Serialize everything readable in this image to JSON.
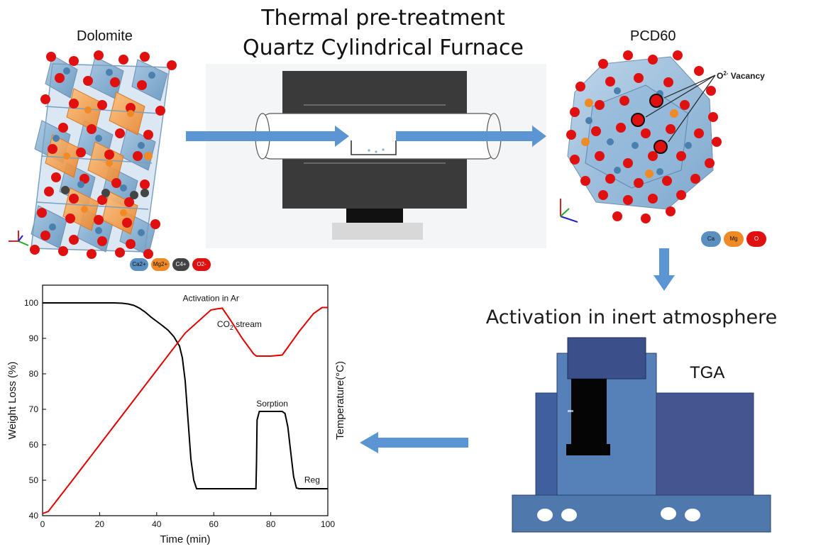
{
  "process": {
    "title_line1": "Thermal pre-treatment",
    "title_line2": "Quartz Cylindrical Furnace",
    "activation_label": "Activation in inert atmosphere",
    "tga_label": "TGA"
  },
  "dolomite": {
    "name": "Dolomite",
    "legend": [
      {
        "label": "Ca2+",
        "color": "#5b8fc0"
      },
      {
        "label": "Mg2+",
        "color": "#f08a24"
      },
      {
        "label": "C4+",
        "color": "#444444"
      },
      {
        "label": "O2-",
        "color": "#e01010"
      }
    ]
  },
  "pcd": {
    "name": "PCD60",
    "vacancy_label": "O",
    "vacancy_sup": "2-",
    "vacancy_suffix": " Vacancy",
    "legend": [
      {
        "label": "Ca",
        "color": "#5b8fc0"
      },
      {
        "label": "Mg",
        "color": "#f08a24"
      },
      {
        "label": "O",
        "color": "#e01010"
      }
    ]
  },
  "chart_data": {
    "type": "line",
    "xlabel": "Time (min)",
    "ylabel": "Weight Loss (%)",
    "y2label": "Temperature(°C)",
    "xlim": [
      0,
      100
    ],
    "ylim": [
      40,
      105
    ],
    "xticks": [
      0,
      20,
      40,
      60,
      80,
      100
    ],
    "yticks": [
      40,
      50,
      60,
      70,
      80,
      90,
      100
    ],
    "annotations": [
      {
        "text": "Activation in Ar",
        "x": 59,
        "y": 100.5
      },
      {
        "text": "CO",
        "sub": "2",
        "after": " stream",
        "x": 69,
        "y": 93.2
      },
      {
        "text": "Sorption",
        "x": 80.5,
        "y": 70.8
      },
      {
        "text": "Reg",
        "x": 94.5,
        "y": 49.3
      }
    ],
    "series": [
      {
        "color": "#000000",
        "x": [
          0,
          25,
          28,
          30,
          32,
          34,
          36,
          38,
          40,
          42,
          44,
          46,
          48,
          49,
          50,
          51,
          52,
          53,
          54,
          60,
          65,
          70,
          74.8,
          75,
          75.2,
          76,
          80,
          84,
          85,
          86,
          87,
          88,
          89,
          90,
          95,
          100
        ],
        "y": [
          100,
          100,
          99.9,
          99.7,
          99.3,
          98.5,
          97.4,
          96,
          94.8,
          93.6,
          92.3,
          90.5,
          87.8,
          84.5,
          78,
          67,
          56,
          50,
          47.6,
          47.6,
          47.6,
          47.6,
          47.6,
          55,
          67,
          69.4,
          69.4,
          69.4,
          68.8,
          65,
          58,
          51,
          47.8,
          47.6,
          47.6,
          47.6
        ]
      },
      {
        "color": "#e00000",
        "x": [
          0,
          2,
          10,
          20,
          30,
          40,
          50,
          59,
          61,
          63,
          66,
          70,
          74,
          75,
          80,
          84,
          86,
          90,
          95,
          98,
          100
        ],
        "y": [
          40.6,
          41.2,
          49.5,
          60,
          70.5,
          81,
          91.5,
          98,
          98.3,
          98.5,
          95,
          90,
          85.6,
          85,
          85,
          85.3,
          87.5,
          92,
          97,
          98.7,
          98.7
        ]
      }
    ]
  }
}
